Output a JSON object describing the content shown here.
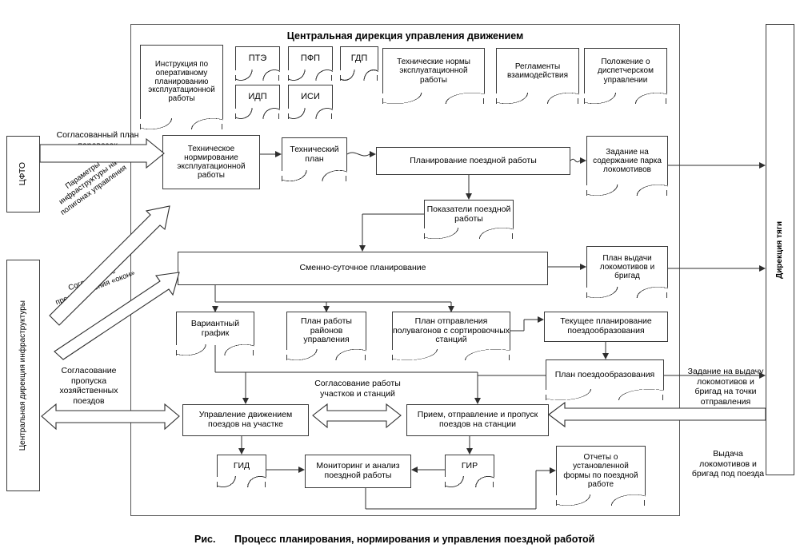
{
  "figure": {
    "header_title": "Центральная дирекция управления движением",
    "caption_prefix": "Рис.",
    "caption_text": "Процесс планирования, нормирования и управления поездной работой"
  },
  "external_actors": [
    {
      "id": "cfto",
      "label": "ЦФТО"
    },
    {
      "id": "cdi",
      "label": "Центральная дирекция инфраструктуры"
    },
    {
      "id": "traction",
      "label": "Дирекция тяги"
    }
  ],
  "regulatory_documents": [
    {
      "id": "instr",
      "label": "Инструкция по оперативному планированию эксплуатационной работы"
    },
    {
      "id": "pte",
      "label": "ПТЭ"
    },
    {
      "id": "pfp",
      "label": "ПФП"
    },
    {
      "id": "gdp",
      "label": "ГДП"
    },
    {
      "id": "idp",
      "label": "ИДП"
    },
    {
      "id": "isi",
      "label": "ИСИ"
    },
    {
      "id": "tehnormy",
      "label": "Технические нормы эксплуатационной работы"
    },
    {
      "id": "reglament",
      "label": "Регламенты взаимодействия"
    },
    {
      "id": "polozhenie",
      "label": "Положение о диспетчерском управлении"
    }
  ],
  "process_nodes": [
    {
      "id": "tehnorm",
      "label": "Техническое нормирование эксплуатационной работы",
      "shape": "rect"
    },
    {
      "id": "tehplan",
      "label": "Технический план",
      "shape": "doc"
    },
    {
      "id": "planpoezd",
      "label": "Планирование поездной работы",
      "shape": "rect"
    },
    {
      "id": "pokazateli",
      "label": "Показатели поездной работы",
      "shape": "doc"
    },
    {
      "id": "zadanie_park",
      "label": "Задание на содержание парка локомотивов",
      "shape": "doc"
    },
    {
      "id": "smenno",
      "label": "Сменно-суточное планирование",
      "shape": "rect"
    },
    {
      "id": "planvydachi",
      "label": "План выдачи локомотивов и бригад",
      "shape": "doc"
    },
    {
      "id": "variant",
      "label": "Вариантный график",
      "shape": "doc"
    },
    {
      "id": "planrayon",
      "label": "План работы районов управления",
      "shape": "doc"
    },
    {
      "id": "planotpr",
      "label": "План отправления полувагонов с сортировочных станций",
      "shape": "doc"
    },
    {
      "id": "tekplan",
      "label": "Текущее планирование поездообразования",
      "shape": "rect"
    },
    {
      "id": "planpoezdobr",
      "label": "План поездообразования",
      "shape": "doc"
    },
    {
      "id": "upravlenie",
      "label": "Управление движением поездов на участке",
      "shape": "rect"
    },
    {
      "id": "priem",
      "label": "Прием, отправление и пропуск поездов на станции",
      "shape": "rect"
    },
    {
      "id": "gid",
      "label": "ГИД",
      "shape": "doc"
    },
    {
      "id": "monitoring",
      "label": "Мониторинг и анализ поездной работы",
      "shape": "rect"
    },
    {
      "id": "gir",
      "label": "ГИР",
      "shape": "doc"
    },
    {
      "id": "otchety",
      "label": "Отчеты о установленной формы по поездной работе",
      "shape": "doc"
    }
  ],
  "flow_labels": [
    {
      "id": "soglas_plan",
      "text": "Согласованный план перевозок"
    },
    {
      "id": "param_infra",
      "text": "Параметры инфраструктуры на полигонах управления"
    },
    {
      "id": "soglas_okna",
      "text": "Согласование предоставления «окон»"
    },
    {
      "id": "soglas_hoz",
      "text": "Согласование пропуска хозяйственных поездов"
    },
    {
      "id": "soglas_uchast",
      "text": "Согласование работы участков и станций"
    },
    {
      "id": "zadanie_vydachu",
      "text": "Задание на выдачу локомотивов и бригад на точки отправления поездов"
    },
    {
      "id": "vydacha_lok",
      "text": "Выдача локомотивов и бригад под поезда"
    }
  ],
  "chart_data": {
    "type": "diagram",
    "title": "Процесс планирования, нормирования и управления поездной работой",
    "orientation": "left-to-right, top-to-bottom"
  }
}
